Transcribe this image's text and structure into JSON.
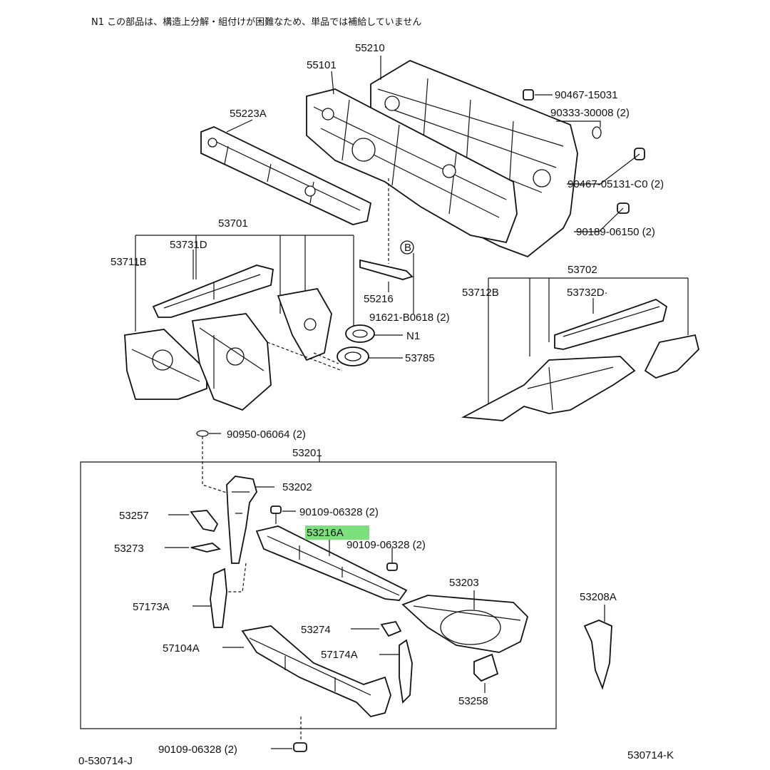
{
  "header": {
    "note": "N1 この部品は、構造上分解・組付けが困難なため、単品では補給していません"
  },
  "highlight_color": "#7CE07C",
  "labels": {
    "p55210": "55210",
    "p55101": "55101",
    "p90467_15031": "90467-15031",
    "p90333_30008": "90333-30008 (2)",
    "p55223A": "55223A",
    "p90467_05131": "90467-05131-C0 (2)",
    "p90189_06150": "90189-06150 (2)",
    "p53701": "53701",
    "p53731D": "53731D",
    "p53711B": "53711B",
    "pB": "B",
    "p55216": "55216",
    "p91621": "91621-B0618 (2)",
    "pN1": "N1",
    "p53785": "53785",
    "p53702": "53702",
    "p53712B": "53712B",
    "p53732D": "53732D·",
    "p90950": "90950-06064 (2)",
    "p53201": "53201",
    "p53202": "53202",
    "p53257": "53257",
    "p90109_a": "90109-06328 (2)",
    "p53216A": "53216A",
    "p90109_b": "90109-06328 (2)",
    "p53273": "53273",
    "p53203": "53203",
    "p57173A": "57173A",
    "p53208A": "53208A",
    "p53274": "53274",
    "p57104A": "57104A",
    "p57174A": "57174A",
    "p53258": "53258",
    "p90109_c": "90109-06328 (2)",
    "ref_left": "0-530714-J",
    "ref_right": "530714-K"
  }
}
